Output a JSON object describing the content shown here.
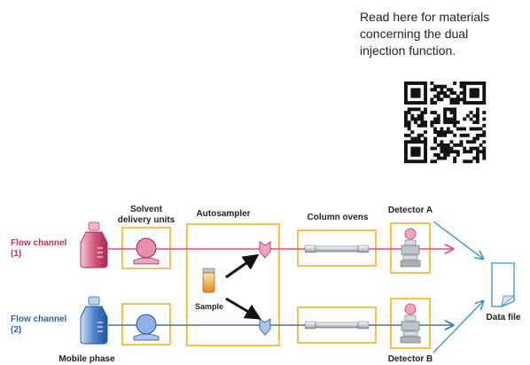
{
  "info_note": {
    "text": "Read here for materials\nconcerning the dual\ninjection function.",
    "qr_label": "QR code"
  },
  "labels": {
    "flow_channel_1": [
      "Flow channel",
      "(1)"
    ],
    "flow_channel_2": [
      "Flow channel",
      "(2)"
    ],
    "mobile_phase": "Mobile phase",
    "solvent_delivery_units": [
      "Solvent",
      "delivery units"
    ],
    "autosampler": "Autosampler",
    "sample": "Sample",
    "column_ovens": "Column ovens",
    "detector_a": "Detector A",
    "detector_b": "Detector B",
    "data_file": "Data file"
  },
  "colors": {
    "channel_1": "#d2557e",
    "channel_2": "#3a6fc4",
    "box_outline": "#f0b428",
    "label_red": "#c0305e",
    "label_blue": "#2b5fb4",
    "data_arrow": "#3b8fd0"
  }
}
